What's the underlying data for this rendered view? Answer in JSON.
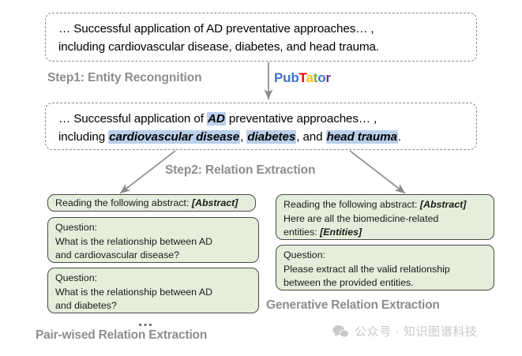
{
  "figure": {
    "title": "Biomedical relation extraction pipeline",
    "colors": {
      "entity_highlight": "#b9cfea",
      "green_box_fill": "#e5eeda",
      "green_box_border": "#4a4a4a",
      "dashed_border": "#8a8a8a",
      "label_gray": "#8d8d8d",
      "arrow_gray": "#8a8a8a",
      "watermark_gray": "#c9c9c9"
    }
  },
  "input_box": {
    "line1": "… Successful application of AD preventative approaches… ,",
    "line2": "including cardiovascular disease, diabetes, and head trauma."
  },
  "step1": {
    "label": "Step1: Entity Recongnition",
    "tool": {
      "name": "PubTator",
      "letters": [
        {
          "char": "P",
          "color": "#4472c4"
        },
        {
          "char": "u",
          "color": "#4472c4"
        },
        {
          "char": "b",
          "color": "#4472c4"
        },
        {
          "char": "T",
          "color": "#ff0000"
        },
        {
          "char": "a",
          "color": "#ffc000"
        },
        {
          "char": "t",
          "color": "#70ad47"
        },
        {
          "char": "o",
          "color": "#4472c4"
        },
        {
          "char": "r",
          "color": "#7030a0"
        }
      ]
    }
  },
  "annotated_box": {
    "line1_pre": "… Successful application of ",
    "line1_entity": "AD",
    "line1_post": " preventative approaches… ,",
    "line2_pre": "including ",
    "line2_entity1": "cardiovascular disease",
    "line2_mid1": ", ",
    "line2_entity2": "diabetes",
    "line2_mid2": ", and ",
    "line2_entity3": "head trauma",
    "line2_post": "."
  },
  "step2": {
    "label": "Step2: Relation Extraction"
  },
  "pairwise": {
    "caption": "Pair-wised Relation Extraction",
    "ellipsis": "…",
    "boxes": [
      {
        "name": "abstract-box",
        "lines": [
          {
            "text": "Reading the following abstract: ",
            "italic_tail": "[Abstract]"
          }
        ]
      },
      {
        "name": "question-box-1",
        "lines": [
          {
            "text": "Question:",
            "italic_tail": ""
          },
          {
            "text": "What is the relationship between AD",
            "italic_tail": ""
          },
          {
            "text": "and cardiovascular disease?",
            "italic_tail": ""
          }
        ]
      },
      {
        "name": "question-box-2",
        "lines": [
          {
            "text": "Question:",
            "italic_tail": ""
          },
          {
            "text": "What is the relationship between AD",
            "italic_tail": ""
          },
          {
            "text": "and diabetes?",
            "italic_tail": ""
          }
        ]
      }
    ]
  },
  "generative": {
    "caption": "Generative Relation Extraction",
    "boxes": [
      {
        "name": "abstract-entities-box",
        "lines": [
          {
            "text": "Reading the following abstract: ",
            "italic_tail": "[Abstract]"
          },
          {
            "text": "Here are all the biomedicine-related",
            "italic_tail": ""
          },
          {
            "text": "entities: ",
            "italic_tail": "[Entities]"
          }
        ]
      },
      {
        "name": "question-box-3",
        "lines": [
          {
            "text": "Question:",
            "italic_tail": ""
          },
          {
            "text": "Please extract all the valid relationship",
            "italic_tail": ""
          },
          {
            "text": "between the provided entities.",
            "italic_tail": ""
          }
        ]
      }
    ]
  },
  "watermark": {
    "icon": "wechat-icon",
    "text": "公众号 · 知识图谱科技"
  }
}
